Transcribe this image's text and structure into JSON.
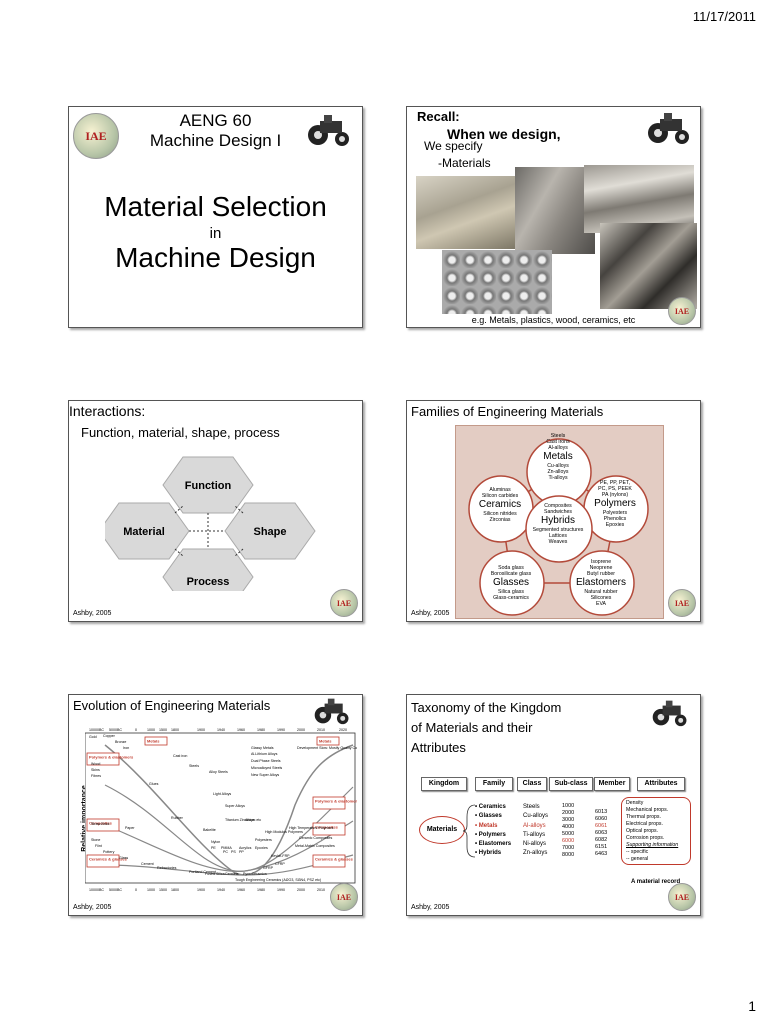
{
  "header": {
    "date": "11/17/2011"
  },
  "footer": {
    "page_number": "1"
  },
  "slide1": {
    "course": "AENG 60",
    "course_name": "Machine Design I",
    "title_line1": "Material Selection",
    "title_line2": "in",
    "title_line3": "Machine Design",
    "logo_text": "IAE"
  },
  "slide2": {
    "recall": "Recall:",
    "when": "When we design,",
    "we_specify": "We specify",
    "materials": "-Materials",
    "caption": "e.g. Metals, plastics, wood, ceramics, etc",
    "logo_text": "IAE"
  },
  "slide3": {
    "title": "Interactions:",
    "subtitle": "Function, material, shape, process",
    "hex_function": "Function",
    "hex_material": "Material",
    "hex_shape": "Shape",
    "hex_process": "Process",
    "credit": "Ashby, 2005",
    "logo_text": "IAE"
  },
  "slide4": {
    "title": "Families of Engineering Materials",
    "credit": "Ashby, 2005",
    "logo_text": "IAE",
    "metals": {
      "name": "Metals",
      "above": [
        "Steels",
        "Cast irons",
        "Al-alloys"
      ],
      "below": [
        "Cu-alloys",
        "Zn-alloys",
        "Ti-alloys"
      ]
    },
    "polymers": {
      "name": "Polymers",
      "above": [
        "PE, PP, PET,",
        "PC, PS, PEEK",
        "PA (nylons)"
      ],
      "below": [
        "Polyesters",
        "Phenolics",
        "Epoxies"
      ]
    },
    "ceramics": {
      "name": "Ceramics",
      "above": [
        "Aluminas",
        "Silicon carbides"
      ],
      "below": [
        "Silicon nitrides",
        "Zirconias"
      ]
    },
    "hybrids": {
      "name": "Hybrids",
      "above": [
        "Composites",
        "Sandwiches"
      ],
      "below": [
        "Segmented structures",
        "Lattices",
        "Weaves"
      ]
    },
    "glasses": {
      "name": "Glasses",
      "above": [
        "Soda glass",
        "Borosilicate glass"
      ],
      "below": [
        "Silica glass",
        "Glass-ceramics"
      ]
    },
    "elastomers": {
      "name": "Elastomers",
      "above": [
        "Isoprene",
        "Neoprene",
        "Butyl rubber"
      ],
      "below": [
        "Natural rubber",
        "Silicones",
        "EVA"
      ]
    }
  },
  "slide5": {
    "title": "Evolution of Engineering Materials",
    "credit": "Ashby, 2005",
    "logo_text": "IAE",
    "y_label": "Relative importance",
    "time_ticks": [
      "10000BC",
      "5000BC",
      "0",
      "1000",
      "1500",
      "1800",
      "1900",
      "1940",
      "1960",
      "1980",
      "1990",
      "2000",
      "2010",
      "2020"
    ],
    "boxes": [
      "Metals",
      "Metals",
      "Polymers & elastomers",
      "Polymers & elastomers",
      "Composites",
      "Composites",
      "Ceramics & glasses",
      "Ceramics & glasses"
    ],
    "labels": [
      "Gold",
      "Copper",
      "Bronze",
      "Iron",
      "Cast iron",
      "Steels",
      "Alloy Steels",
      "Light Alloys",
      "Super Alloys",
      "Titanium Zirconium etc",
      "Alloys",
      "Glassy Metals",
      "Al-Lithium Alloys",
      "Dual Phase Steels",
      "Microalloyed Steels",
      "New Super Alloys",
      "Development Slow: Mostly Quality Control and Processing",
      "Wood",
      "Skins",
      "Fibres",
      "Glues",
      "Rubber",
      "Bakelite",
      "Nylon",
      "PE",
      "PMMA",
      "Acrylics",
      "PC",
      "PS",
      "PP",
      "Epoxies",
      "Polyesters",
      "High Modulus Polymers",
      "High Temperature Polymers",
      "Straw-Brick",
      "Paper",
      "Stone",
      "Flint",
      "Pottery",
      "Glass",
      "Cement",
      "Refractories",
      "Portland Cement",
      "Fused Silica",
      "Cermets",
      "Pyro-Ceramics",
      "Tough Engineering Ceramics (Al2O3, Si3N4, PSZ etc)",
      "Metal-Matrix Composites",
      "Ceramic Composites",
      "Kevlar-FRP",
      "CFRP",
      "GFRP"
    ]
  },
  "slide6": {
    "title_lines": [
      "Taxonomy of the Kingdom",
      "of Materials and their",
      "Attributes"
    ],
    "credit": "Ashby, 2005",
    "logo_text": "IAE",
    "headers": [
      "Kingdom",
      "Family",
      "Class",
      "Sub-class",
      "Member",
      "Attributes"
    ],
    "kingdom": "Materials",
    "families": [
      "Ceramics",
      "Glasses",
      "Metals",
      "Polymers",
      "Elastomers",
      "Hybrids"
    ],
    "classes": [
      "Steels",
      "Cu-alloys",
      "Al-alloys",
      "Ti-alloys",
      "Ni-alloys",
      "Zn-alloys"
    ],
    "subclasses": [
      "1000",
      "2000",
      "3000",
      "4000",
      "5000",
      "6000",
      "7000",
      "8000"
    ],
    "members": [
      "6013",
      "6060",
      "6061",
      "6063",
      "6082",
      "6151",
      "6463"
    ],
    "attributes": [
      "Density",
      "Mechanical props.",
      "Thermal props.",
      "Electrical props.",
      "Optical props.",
      "Corrosion props.",
      "Supporting information",
      "-- specific",
      "-- general"
    ],
    "record_label": "A material record",
    "colors": {
      "accent_red": "#c0392b"
    }
  }
}
